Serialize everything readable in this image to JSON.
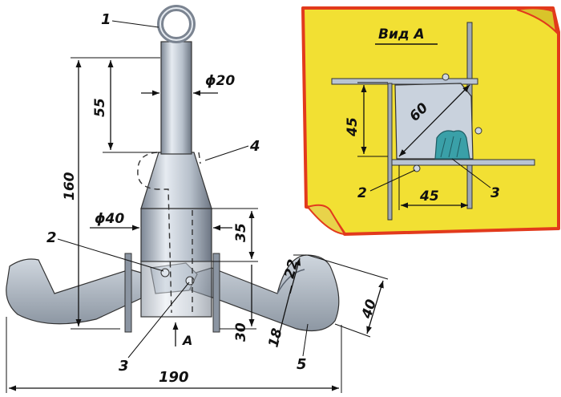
{
  "main_view": {
    "part_labels": {
      "ring": "1",
      "bolt": "2",
      "nut": "3",
      "shaft": "4",
      "arm": "5"
    },
    "dimensions": {
      "total_height": "160",
      "shaft_length": "55",
      "shaft_diameter": "ϕ20",
      "hub_diameter": "ϕ40",
      "hub_height": "35",
      "base_height": "30",
      "arm_thickness": "18",
      "tip_width": "22",
      "arm_depth": "40",
      "total_width": "190"
    },
    "view_arrow_label": "А"
  },
  "inset_view": {
    "title": "Вид А",
    "dimensions": {
      "height": "45",
      "diagonal": "60",
      "width": "45"
    },
    "part_labels": {
      "bolt": "2",
      "nut": "3"
    },
    "colors": {
      "paper": "#f2e033",
      "border": "#e23a1c",
      "steel": "#b9c4d3",
      "weld": "#3aa0a8"
    }
  }
}
